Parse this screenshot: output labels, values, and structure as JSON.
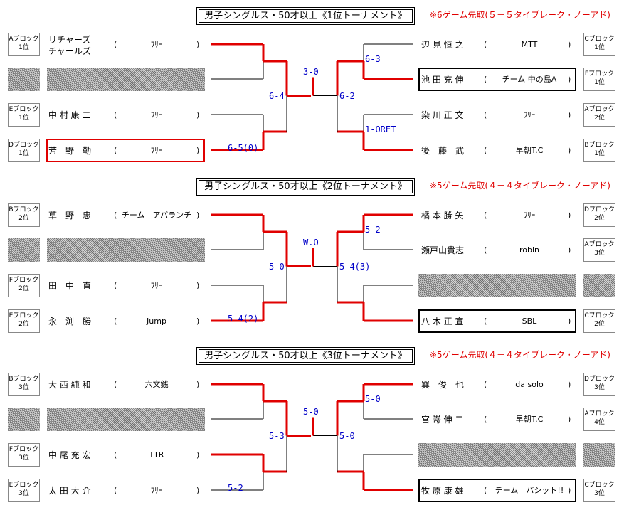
{
  "sections": [
    {
      "title": "男子シングルス・50才以上《1位トーナメント》",
      "rule": "※6ゲーム先取(５－５タイブレーク・ノーアド)",
      "left": [
        {
          "badge": [
            "Aブロック",
            "1位"
          ],
          "name": "リチャーズ\nチャールズ",
          "team": "ﾌﾘｰ"
        },
        {
          "badge": null,
          "name": "",
          "team": ""
        },
        {
          "badge": [
            "Eブロック",
            "1位"
          ],
          "name": "中 村 康 二",
          "team": "ﾌﾘｰ"
        },
        {
          "badge": [
            "Dブロック",
            "1位"
          ],
          "name": "芳　野　勤",
          "team": "ﾌﾘｰ"
        }
      ],
      "right": [
        {
          "badge": [
            "Cブロック",
            "1位"
          ],
          "name": "辺 見 恒 之",
          "team": "MTT"
        },
        {
          "badge": [
            "Fブロック",
            "1位"
          ],
          "name": "池 田 充 伸",
          "team": "チーム 中の島A"
        },
        {
          "badge": [
            "Aブロック",
            "2位"
          ],
          "name": "染 川 正 文",
          "team": "ﾌﾘｰ"
        },
        {
          "badge": [
            "Bブロック",
            "1位"
          ],
          "name": "後　藤　武",
          "team": "早朝T.C"
        }
      ],
      "scores": {
        "l1": "6-4",
        "l2": "6-5(0)",
        "final": "3-0",
        "r1": "6-3",
        "r2": "1-ORET",
        "rs": "6-2"
      }
    },
    {
      "title": "男子シングルス・50才以上《2位トーナメント》",
      "rule": "※5ゲーム先取(４－４タイブレーク・ノーアド)",
      "left": [
        {
          "badge": [
            "Bブロック",
            "2位"
          ],
          "name": "草　野　忠",
          "team": "チーム　アバランチ"
        },
        {
          "badge": null,
          "name": "",
          "team": ""
        },
        {
          "badge": [
            "Fブロック",
            "2位"
          ],
          "name": "田　中　直",
          "team": "ﾌﾘｰ"
        },
        {
          "badge": [
            "Eブロック",
            "2位"
          ],
          "name": "永　渕　勝",
          "team": "Jump"
        }
      ],
      "right": [
        {
          "badge": [
            "Dブロック",
            "2位"
          ],
          "name": "橘 本 勝 矢",
          "team": "ﾌﾘｰ"
        },
        {
          "badge": [
            "Aブロック",
            "3位"
          ],
          "name": "瀬戸山貴志",
          "team": "robin"
        },
        {
          "badge": null,
          "name": "",
          "team": ""
        },
        {
          "badge": [
            "Cブロック",
            "2位"
          ],
          "name": "八 木 正 宣",
          "team": "SBL"
        }
      ],
      "scores": {
        "l1": "5-0",
        "l2": "5-4(2)",
        "final": "W.O",
        "r1": "5-2",
        "r2": "",
        "rs": "5-4(3)"
      }
    },
    {
      "title": "男子シングルス・50才以上《3位トーナメント》",
      "rule": "※5ゲーム先取(４－４タイブレーク・ノーアド)",
      "left": [
        {
          "badge": [
            "Bブロック",
            "3位"
          ],
          "name": "大 西 純 和",
          "team": "六文銭"
        },
        {
          "badge": null,
          "name": "",
          "team": ""
        },
        {
          "badge": [
            "Fブロック",
            "3位"
          ],
          "name": "中 尾 充 宏",
          "team": "TTR"
        },
        {
          "badge": [
            "Eブロック",
            "3位"
          ],
          "name": "太 田 大 介",
          "team": "ﾌﾘｰ"
        }
      ],
      "right": [
        {
          "badge": [
            "Dブロック",
            "3位"
          ],
          "name": "巽　俊　也",
          "team": "da solo"
        },
        {
          "badge": [
            "Aブロック",
            "4位"
          ],
          "name": "宮 嵜 伸 二",
          "team": "早朝T.C"
        },
        {
          "badge": null,
          "name": "",
          "team": ""
        },
        {
          "badge": [
            "Cブロック",
            "3位"
          ],
          "name": "牧 原 康 雄",
          "team": "チーム　バシット!!"
        }
      ],
      "scores": {
        "l1": "5-3",
        "l2": "5-2",
        "final": "5-0",
        "r1": "5-0",
        "r2": "",
        "rs": "5-0"
      }
    }
  ]
}
